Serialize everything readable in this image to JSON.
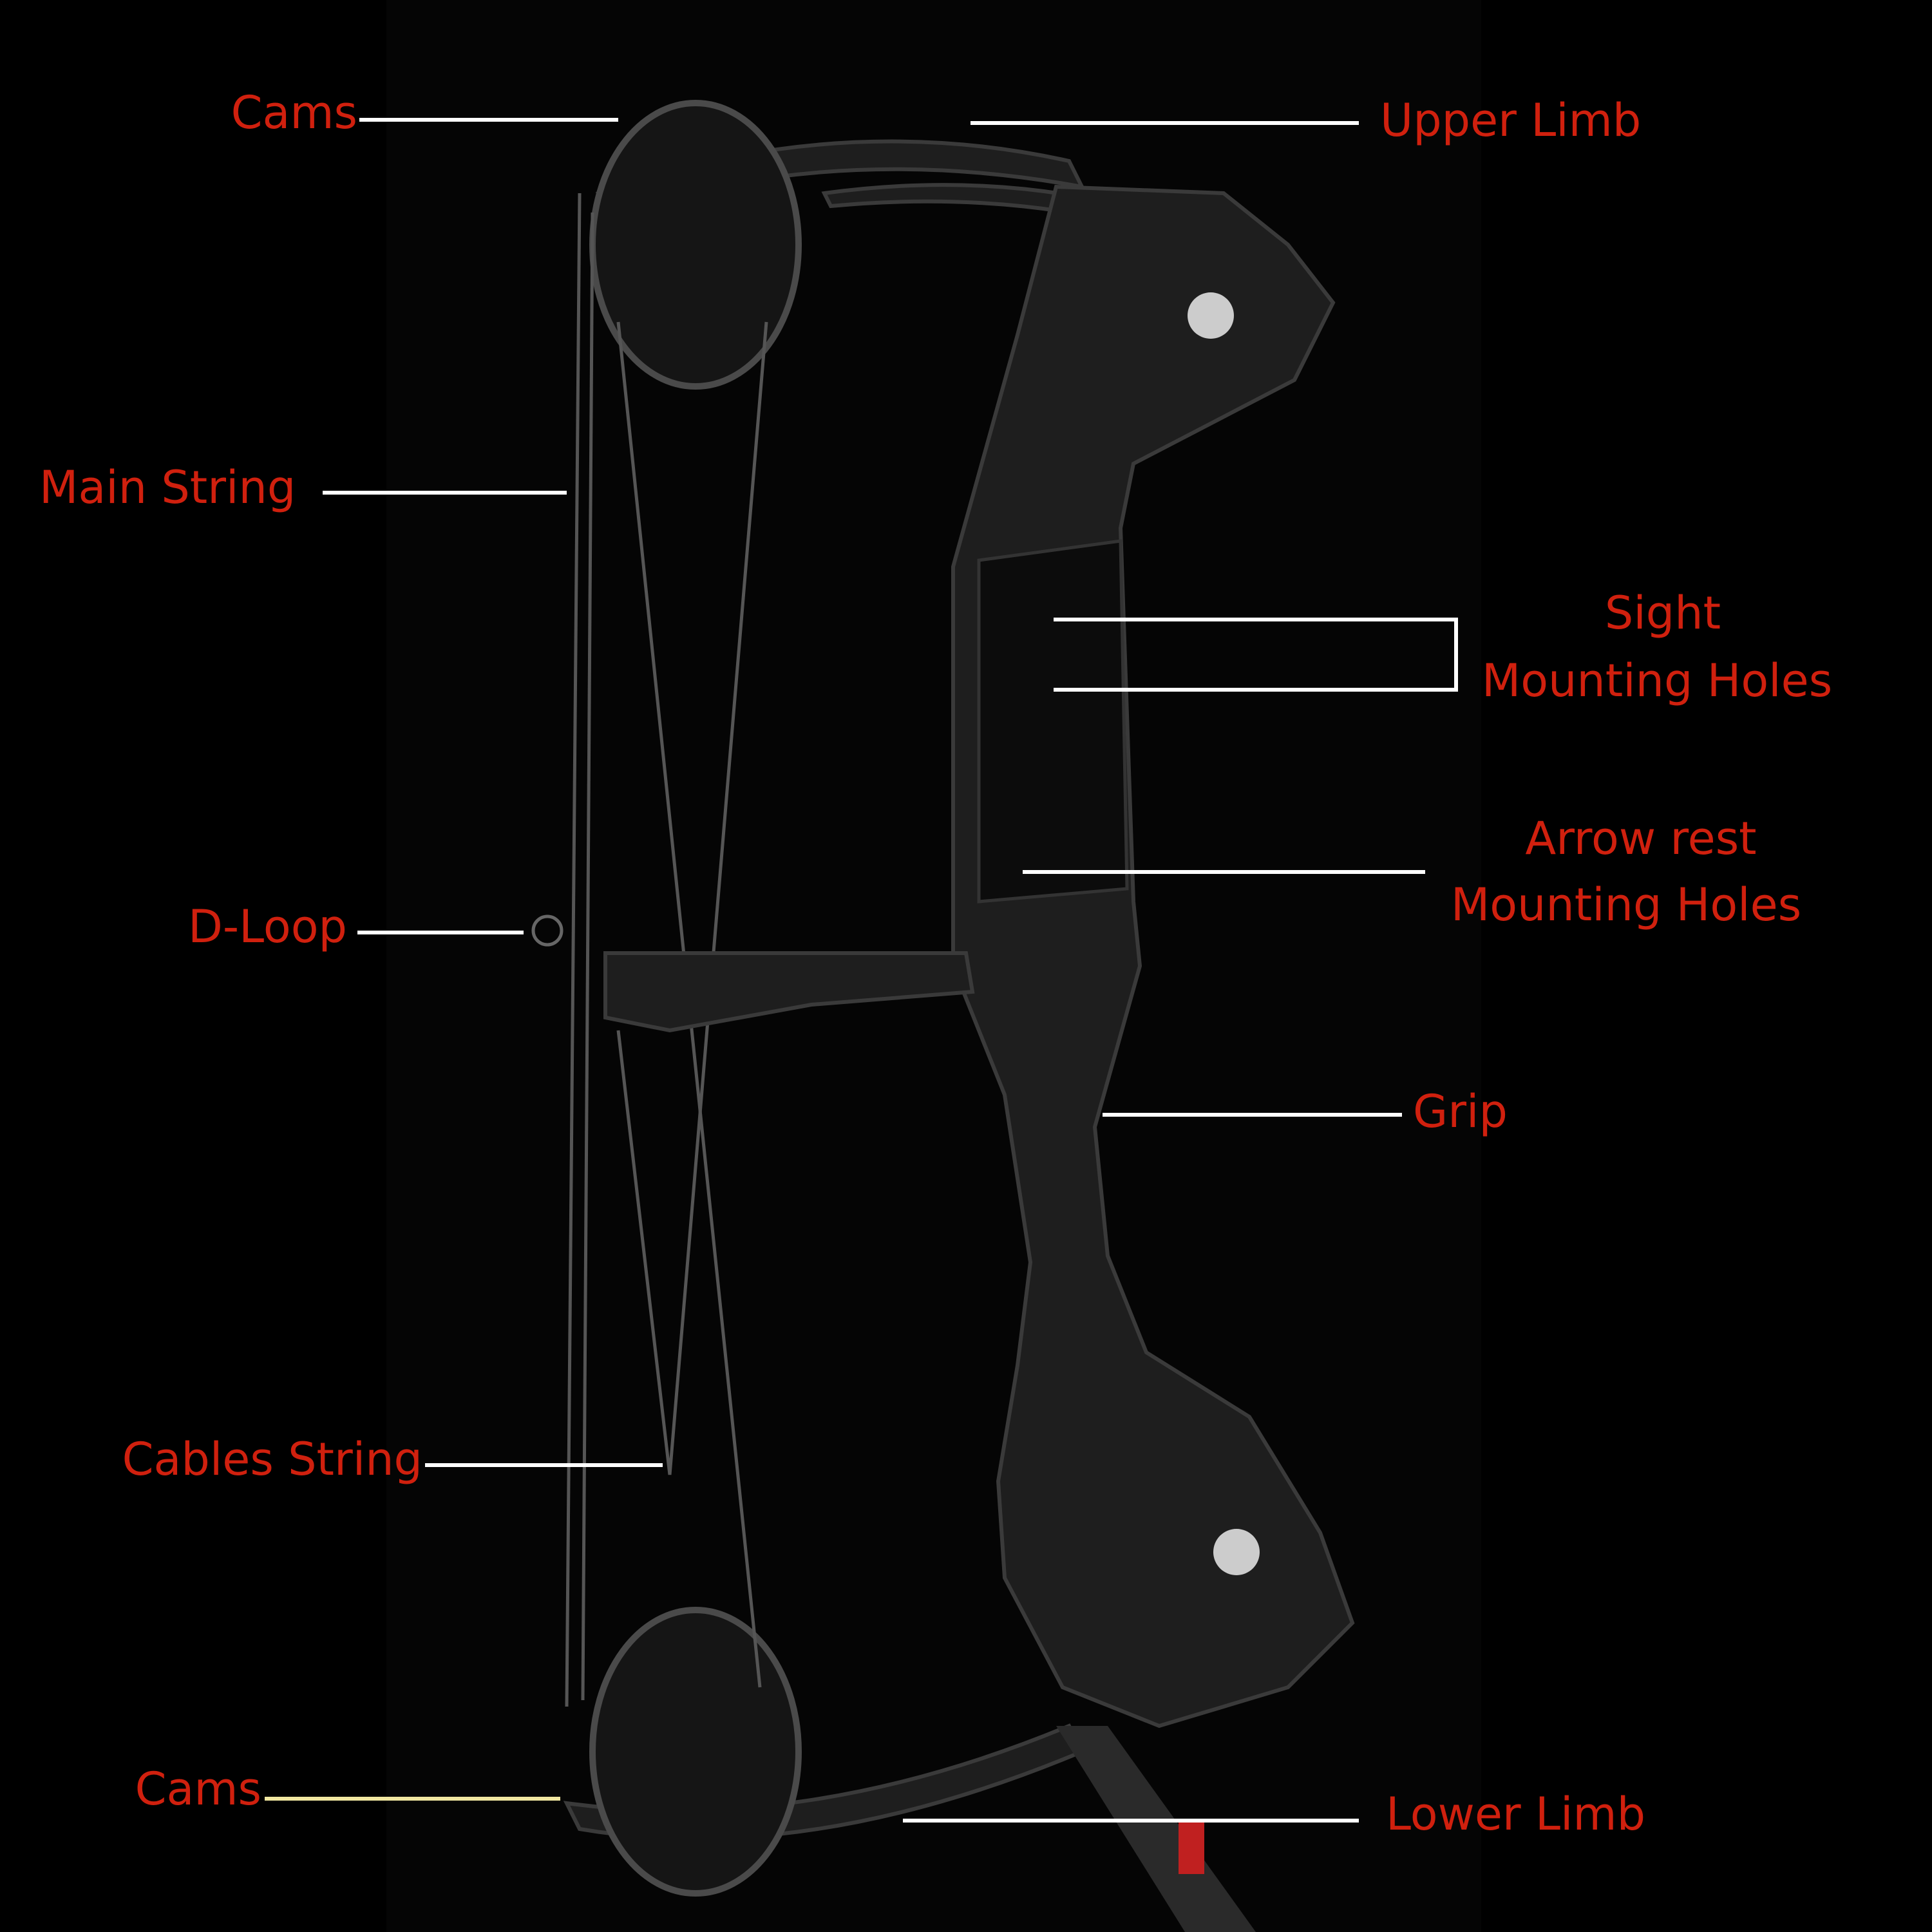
{
  "title": "Compound bow parts diagram",
  "colors": {
    "label": "#d0200e",
    "leader": "#ffffff",
    "lower_cams_leader": "#f0e6a0",
    "background": "#000000"
  },
  "labels": {
    "cams_top": "Cams",
    "upper_limb": "Upper Limb",
    "main_string": "Main String",
    "sight_line1": "Sight",
    "sight_line2": "Mounting Holes",
    "arrow_rest_line1": "Arrow rest",
    "arrow_rest_line2": "Mounting Holes",
    "d_loop": "D-Loop",
    "grip": "Grip",
    "cables_string": "Cables String",
    "cams_bottom": "Cams",
    "lower_limb": "Lower Limb"
  }
}
